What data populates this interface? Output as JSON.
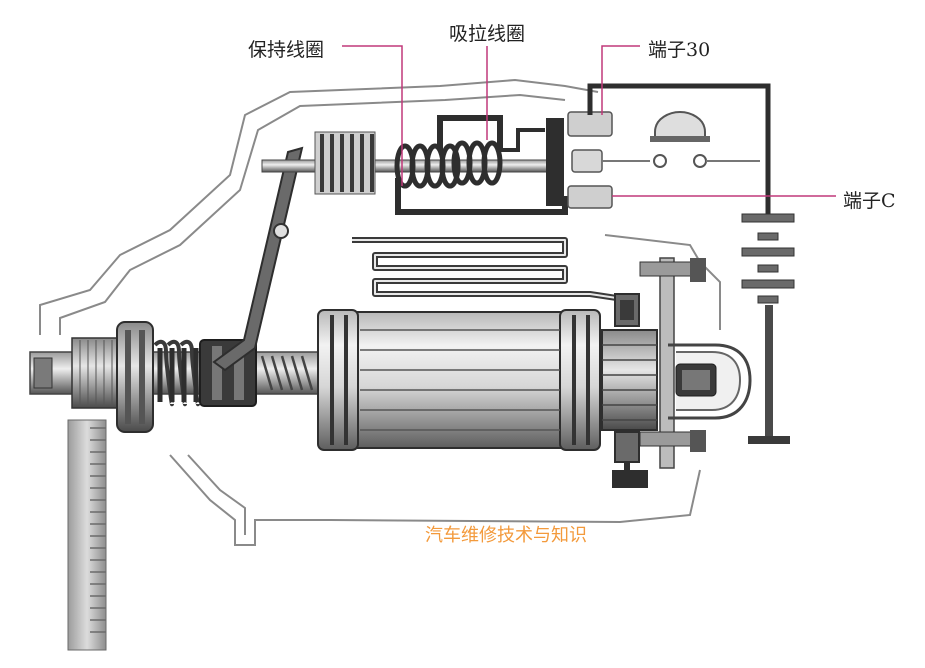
{
  "labels": {
    "holding_coil": "保持线圈",
    "pull_in_coil": "吸拉线圈",
    "terminal_30": "端子30",
    "terminal_c": "端子C"
  },
  "watermark": "汽车维修技术与知识",
  "colors": {
    "leader": "#c0387a",
    "watermark": "#f39a3c",
    "metal_dark": "#2e2e2e",
    "metal_mid": "#8a8a8a",
    "metal_light": "#d9d9d9"
  }
}
